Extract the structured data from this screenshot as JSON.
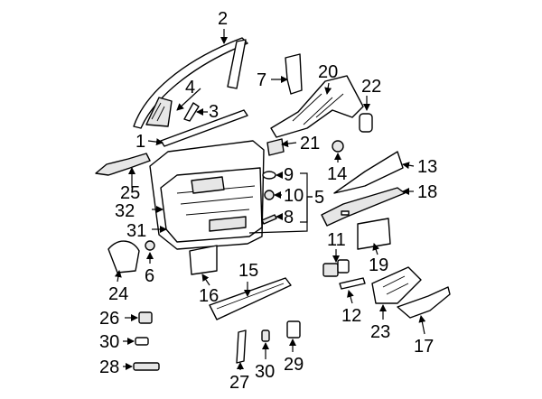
{
  "diagram": {
    "callouts": [
      {
        "id": "c1",
        "label": "1"
      },
      {
        "id": "c2",
        "label": "2"
      },
      {
        "id": "c3",
        "label": "3"
      },
      {
        "id": "c4",
        "label": "4"
      },
      {
        "id": "c5",
        "label": "5"
      },
      {
        "id": "c6",
        "label": "6"
      },
      {
        "id": "c7",
        "label": "7"
      },
      {
        "id": "c8",
        "label": "8"
      },
      {
        "id": "c9",
        "label": "9"
      },
      {
        "id": "c10",
        "label": "10"
      },
      {
        "id": "c11",
        "label": "11"
      },
      {
        "id": "c12",
        "label": "12"
      },
      {
        "id": "c13",
        "label": "13"
      },
      {
        "id": "c14",
        "label": "14"
      },
      {
        "id": "c15",
        "label": "15"
      },
      {
        "id": "c16",
        "label": "16"
      },
      {
        "id": "c17",
        "label": "17"
      },
      {
        "id": "c18",
        "label": "18"
      },
      {
        "id": "c19",
        "label": "19"
      },
      {
        "id": "c20",
        "label": "20"
      },
      {
        "id": "c21",
        "label": "21"
      },
      {
        "id": "c22",
        "label": "22"
      },
      {
        "id": "c23",
        "label": "23"
      },
      {
        "id": "c24",
        "label": "24"
      },
      {
        "id": "c25",
        "label": "25"
      },
      {
        "id": "c26",
        "label": "26"
      },
      {
        "id": "c27",
        "label": "27"
      },
      {
        "id": "c28",
        "label": "28"
      },
      {
        "id": "c29",
        "label": "29"
      },
      {
        "id": "c30a",
        "label": "30"
      },
      {
        "id": "c30b",
        "label": "30"
      },
      {
        "id": "c31",
        "label": "31"
      },
      {
        "id": "c32",
        "label": "32"
      }
    ],
    "colors": {
      "line": "#000000",
      "background": "#ffffff",
      "shade": "#e6e6e6"
    }
  }
}
